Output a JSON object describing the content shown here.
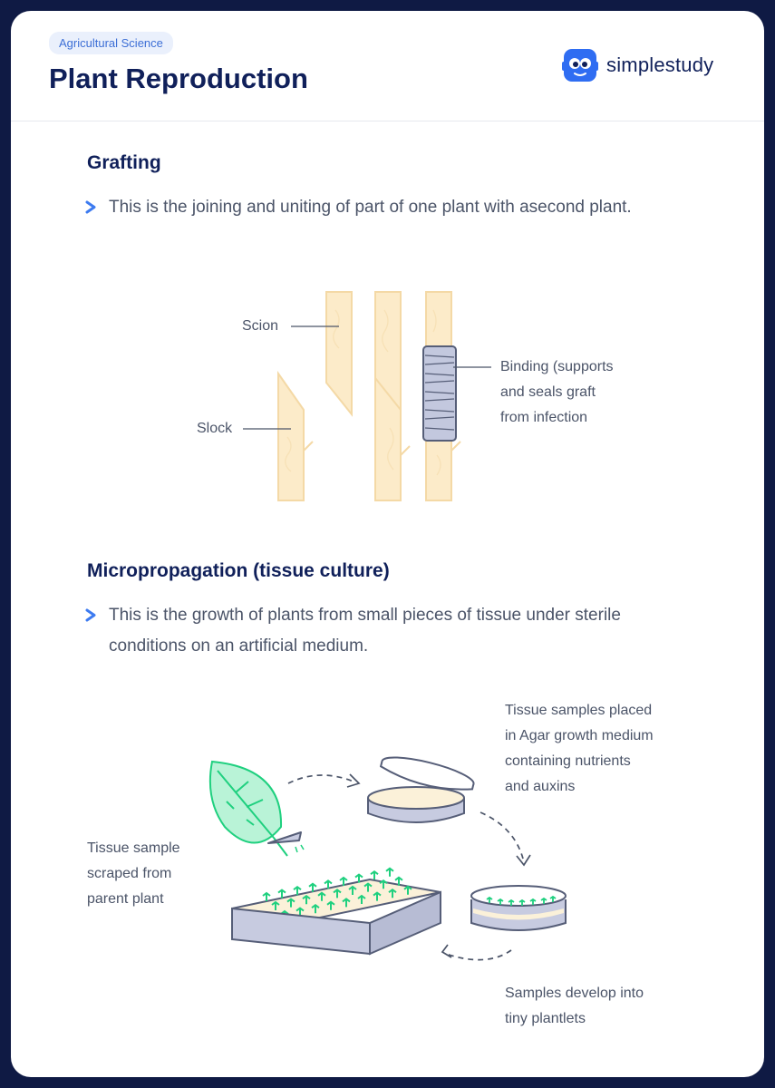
{
  "header": {
    "tag": "Agricultural Science",
    "title": "Plant Reproduction",
    "brand": "simplestudy"
  },
  "grafting": {
    "heading": "Grafting",
    "bullet": "This is the joining and uniting of part of one plant with asecond plant.",
    "labels": {
      "scion": "Scion",
      "stock": "Slock",
      "binding": [
        "Binding (supports",
        "and seals graft",
        "from infection"
      ]
    }
  },
  "micro": {
    "heading": "Micropropagation (tissue culture)",
    "bullet": "This is the growth of plants from small pieces of tissue under sterile conditions on an artificial medium.",
    "labels": {
      "placed": [
        "Tissue samples placed",
        "in Agar growth medium",
        "containing nutrients",
        "and auxins"
      ],
      "scraped": [
        "Tissue sample",
        "scraped from",
        "parent plant"
      ],
      "develop": [
        "Samples develop into",
        "tiny plantlets"
      ]
    }
  },
  "colors": {
    "navy": "#10205a",
    "accent": "#3d7bf0",
    "wood": "#fbe8c6",
    "leaf": "#1fd07f",
    "tray": "#c7cbe0"
  }
}
